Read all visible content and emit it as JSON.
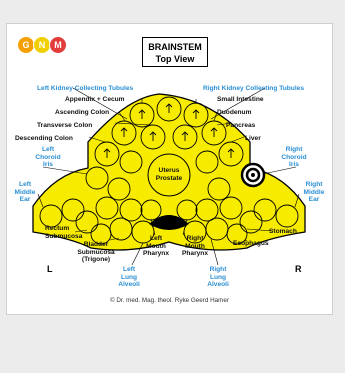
{
  "logo": {
    "letters": [
      "G",
      "N",
      "M"
    ],
    "colors": [
      "#f5a000",
      "#f0d000",
      "#e23c3c"
    ]
  },
  "header": {
    "title_line1": "BRAINSTEM",
    "title_line2": "Top View"
  },
  "labels": {
    "left_kidney": "Left Kidney Collecting Tubules",
    "right_kidney": "Right Kidney Collecting Tubules",
    "appendix": "Appendix + Cecum",
    "small_intestine": "Small Intestine",
    "ascending_colon": "Ascending Colon",
    "duodenum": "Duodenum",
    "transverse_colon": "Transverse Colon",
    "pancreas": "Pancreas",
    "descending_colon": "Descending Colon",
    "liver": "Liver",
    "left_choroid_1": "Left",
    "left_choroid_2": "Choroid",
    "left_choroid_3": "Iris",
    "right_choroid_1": "Right",
    "right_choroid_2": "Choroid",
    "right_choroid_3": "Iris",
    "left_ear_1": "Left",
    "left_ear_2": "Middle",
    "left_ear_3": "Ear",
    "right_ear_1": "Right",
    "right_ear_2": "Middle",
    "right_ear_3": "Ear",
    "uterus_1": "Uterus",
    "uterus_2": "Prostate",
    "rectum_1": "Rectum",
    "rectum_2": "Submucosa",
    "bladder_1": "Bladder",
    "bladder_2": "Submucosa",
    "bladder_3": "(Trigone)",
    "left_mouth_1": "Left",
    "left_mouth_2": "Mouth",
    "left_mouth_3": "Pharynx",
    "right_mouth_1": "Right",
    "right_mouth_2": "Mouth",
    "right_mouth_3": "Pharynx",
    "stomach": "Stomach",
    "esophagus": "Esophagus",
    "left_lung_1": "Left",
    "left_lung_2": "Lung",
    "left_lung_3": "Alveoli",
    "right_lung_1": "Right",
    "right_lung_2": "Lung",
    "right_lung_3": "Alveoli",
    "side_left": "L",
    "side_right": "R"
  },
  "copyright": "© Dr. med. Mag. theol. Ryke Geerd Hamer",
  "colors": {
    "fill": "#f7ec00",
    "label_blue": "#2a8fd4",
    "label_black": "#111111"
  }
}
